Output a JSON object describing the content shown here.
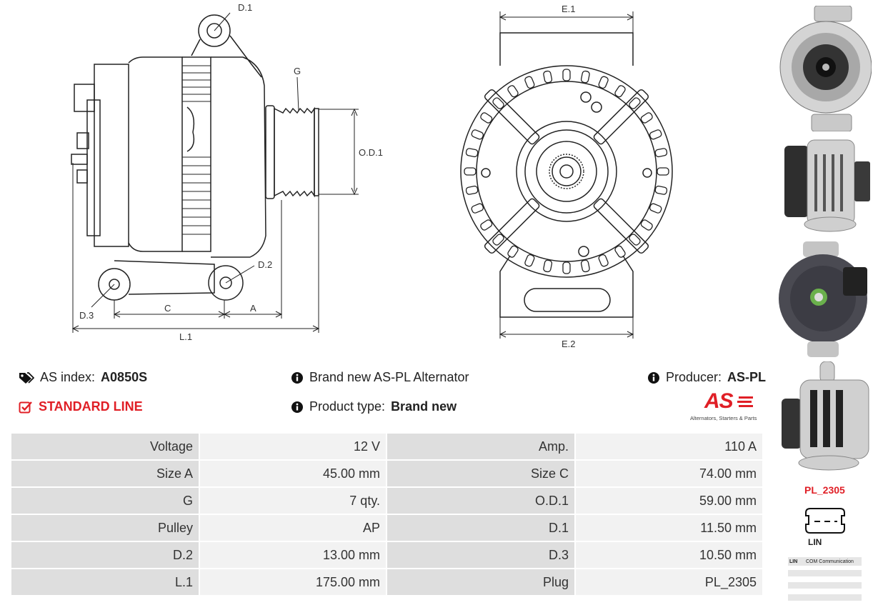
{
  "drawing_labels": {
    "d1": "D.1",
    "g": "G",
    "od1": "O.D.1",
    "d2": "D.2",
    "d3": "D.3",
    "c": "C",
    "a": "A",
    "l1": "L.1",
    "e1": "E.1",
    "e2": "E.2"
  },
  "info": {
    "as_index_label": "AS index:",
    "as_index_value": "A0850S",
    "line": "STANDARD LINE",
    "headline": "Brand new AS-PL Alternator",
    "product_type_label": "Product type:",
    "product_type_value": "Brand new",
    "producer_label": "Producer:",
    "producer_value": "AS-PL"
  },
  "logo": {
    "mark": "AS",
    "tagline": "Alternators, Starters & Parts",
    "color": "#e01f26"
  },
  "specs": [
    {
      "l1": "Voltage",
      "v1": "12 V",
      "l2": "Amp.",
      "v2": "110 A"
    },
    {
      "l1": "Size A",
      "v1": "45.00 mm",
      "l2": "Size C",
      "v2": "74.00 mm"
    },
    {
      "l1": "G",
      "v1": "7 qty.",
      "l2": "O.D.1",
      "v2": "59.00 mm"
    },
    {
      "l1": "Pulley",
      "v1": "AP",
      "l2": "D.1",
      "v2": "11.50 mm"
    },
    {
      "l1": "D.2",
      "v1": "13.00 mm",
      "l2": "D.3",
      "v2": "10.50 mm"
    },
    {
      "l1": "L.1",
      "v1": "175.00 mm",
      "l2": "Plug",
      "v2": "PL_2305"
    }
  ],
  "plug": {
    "code": "PL_2305",
    "type": "LIN",
    "pin_table": [
      {
        "pin": "LIN",
        "desc": "COM Communication"
      }
    ]
  },
  "icons": [
    "tags-icon",
    "check-square-icon",
    "info-circle-icon"
  ]
}
